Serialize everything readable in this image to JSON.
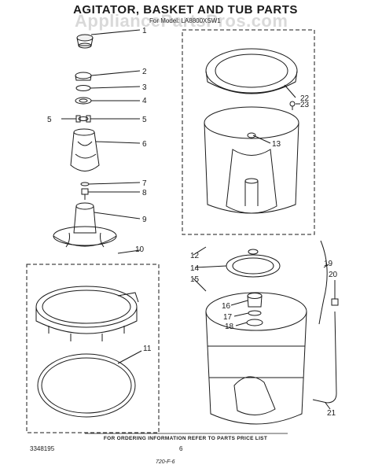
{
  "header": {
    "title": "AGITATOR, BASKET AND TUB PARTS",
    "subtitle": "For Model: LA8800XSW1",
    "watermark": "AppliancePartsPros.com"
  },
  "callouts": [
    "1",
    "2",
    "3",
    "4",
    "5",
    "5",
    "6",
    "7",
    "8",
    "9",
    "10",
    "11",
    "12",
    "13",
    "14",
    "15",
    "16",
    "17",
    "18",
    "19",
    "20",
    "21",
    "22",
    "23"
  ],
  "footer": {
    "note": "FOR ORDERING INFORMATION REFER TO PARTS PRICE LIST",
    "doc_number": "3348195",
    "page_number": "6",
    "rev_code": "720-F-6"
  },
  "colors": {
    "ink": "#1a1a1a",
    "paper": "#ffffff",
    "watermark": "#787878"
  }
}
